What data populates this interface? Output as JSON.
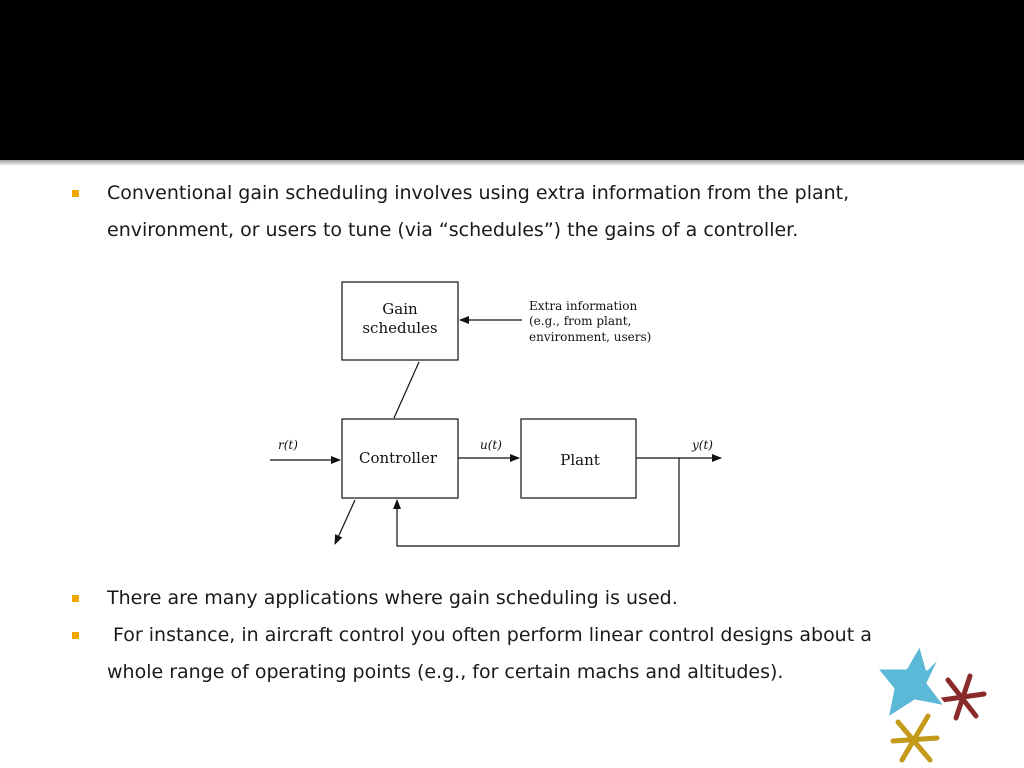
{
  "bullets_top": [
    {
      "line1": "Conventional gain scheduling involves using extra information from the plant,",
      "line2": "environment, or users to tune (via “schedules”) the gains of a controller."
    }
  ],
  "diagram": {
    "gain_box_line1": "Gain",
    "gain_box_line2": "schedules",
    "extra_info_line1": "Extra information",
    "extra_info_line2": "(e.g., from plant,",
    "extra_info_line3": "environment, users)",
    "controller_label": "Controller",
    "plant_label": "Plant",
    "input_signal": "r(t)",
    "control_signal": "u(t)",
    "output_signal": "y(t)"
  },
  "bullets_bottom": [
    {
      "line1": "There are many applications where gain scheduling is used."
    },
    {
      "line1": " For instance, in aircraft control you often perform linear control designs about a",
      "line2": "whole range of operating points (e.g., for certain machs and altitudes)."
    }
  ],
  "colors": {
    "bullet": "#f0a800",
    "star": "#5bb8d6",
    "asterisk_red": "#8b2a2a",
    "asterisk_gold": "#c49a1a"
  },
  "decorations": [
    "star-icon",
    "asterisk-icon-red",
    "asterisk-icon-gold"
  ]
}
